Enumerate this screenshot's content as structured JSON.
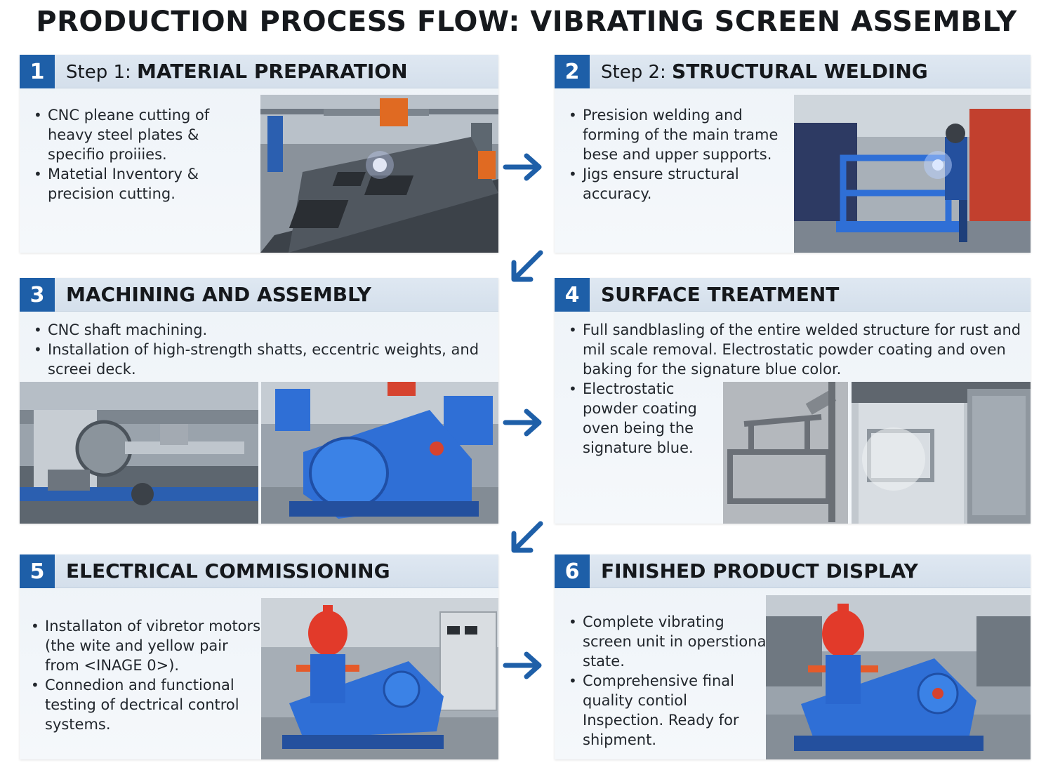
{
  "title": "PRODUCTION PROCESS FLOW: VIBRATING SCREEN ASSEMBLY",
  "colors": {
    "accent": "#1e5fa8",
    "machine_blue": "#2f6fd6",
    "motor_red": "#e23a2a",
    "header_bg": "#d9e3ee"
  },
  "steps": [
    {
      "number": "1",
      "title_prefix": "Step 1: ",
      "title": "MATERIAL PREPARATION",
      "bullets": [
        "CNC pleane cutting of heavy steel plates & specifio proiiies.",
        "Matetial Inventory & precision cutting."
      ]
    },
    {
      "number": "2",
      "title_prefix": "Step 2: ",
      "title": "STRUCTURAL WELDING",
      "bullets": [
        "Presision welding and forming of the main trame bese and upper supports.",
        "Jigs ensure structural accuracy."
      ]
    },
    {
      "number": "3",
      "title_prefix": "",
      "title": "MACHINING AND ASSEMBLY",
      "bullets": [
        "CNC shaft machining.",
        "Installation of high-strength shatts, eccentric weights, and screei deck."
      ]
    },
    {
      "number": "4",
      "title_prefix": "",
      "title": "SURFACE TREATMENT",
      "bullets": [
        "Full sandblasling of the entire welded structure for rust and mil scale removal. Electrostatic powder coating and oven baking for the signature blue color.",
        "Electrostatic powder coating oven being the signature blue."
      ]
    },
    {
      "number": "5",
      "title_prefix": "",
      "title": "ELECTRICAL COMMISSIONING",
      "bullets": [
        "Installaton of vibretor motors (the wite and yellow pair from <INAGE 0>).",
        "Connedion and functional testing of dectrical control systems."
      ]
    },
    {
      "number": "6",
      "title_prefix": "",
      "title": "FINISHED PRODUCT DISPLAY",
      "bullets": [
        "Complete vibrating screen unit in operstional state.",
        "Comprehensive final quality contiol Inspection. Ready for shipment."
      ]
    }
  ],
  "icons": {
    "flow_right": "arrow-right-icon",
    "flow_down_left": "arrow-down-left-icon"
  }
}
